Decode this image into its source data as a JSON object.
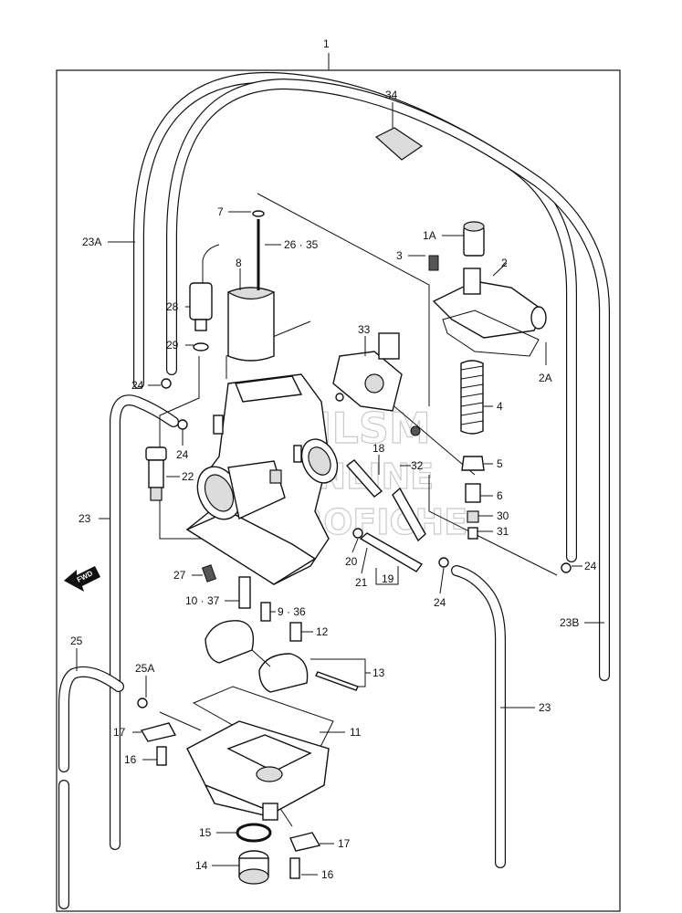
{
  "diagram": {
    "watermark": [
      "FILSM",
      "ONLINE",
      "MICROFICHE"
    ],
    "fwd_arrow": "FWD",
    "callouts": {
      "c1": "1",
      "c34": "34",
      "c23a": "23A",
      "c7": "7",
      "c26": "26 · 35",
      "c1a": "1A",
      "c3": "3",
      "c2": "2",
      "c8": "8",
      "c28": "28",
      "c29": "29",
      "c33": "33",
      "c2a": "2A",
      "c24a": "24",
      "c4": "4",
      "c24b": "24",
      "c18": "18",
      "c5": "5",
      "c22": "22",
      "c32": "32",
      "c6": "6",
      "c23l": "23",
      "c30": "30",
      "c31": "31",
      "c24c": "24",
      "c27": "27",
      "c20": "20",
      "c21": "21",
      "c19": "19",
      "c24d": "24",
      "c1037": "10 · 37",
      "c936": "9 · 36",
      "c23b": "23B",
      "c12": "12",
      "c25": "25",
      "c25a": "25A",
      "c13": "13",
      "c23r": "23",
      "c17a": "17",
      "c11": "11",
      "c16a": "16",
      "c15": "15",
      "c17b": "17",
      "c14": "14",
      "c16b": "16"
    }
  }
}
